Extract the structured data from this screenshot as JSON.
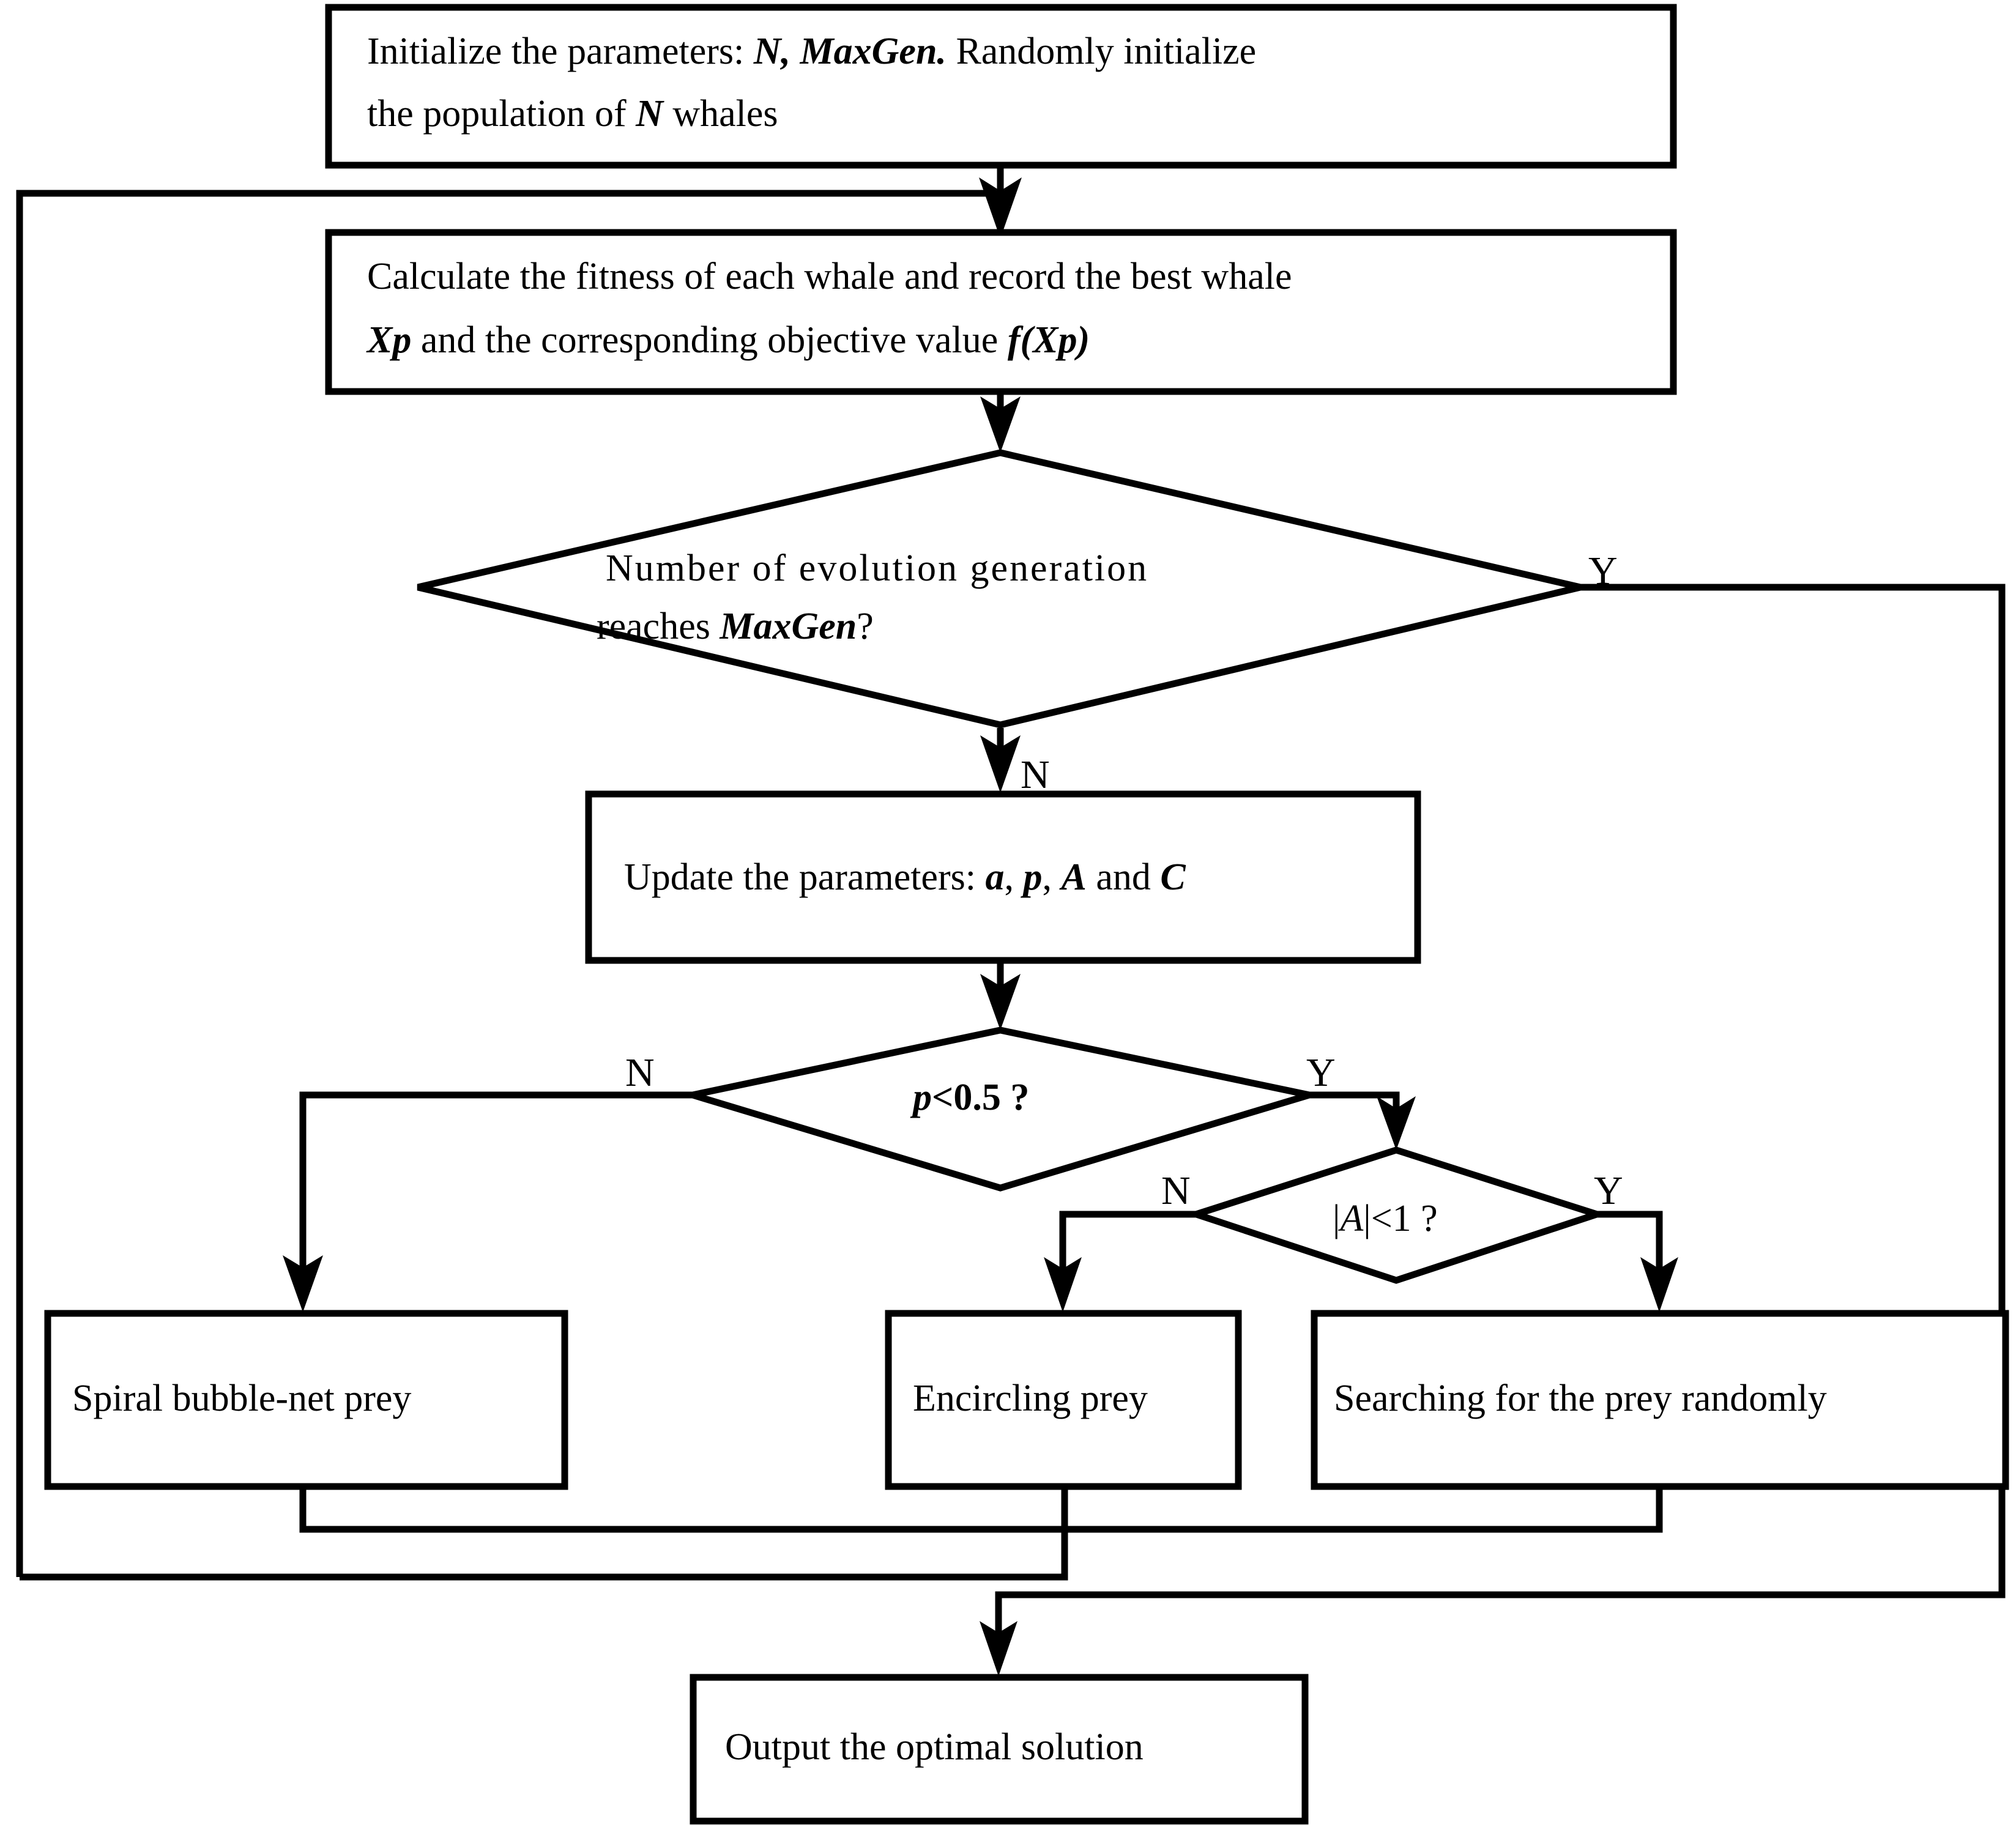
{
  "diagram": {
    "title": "Whale Optimization Algorithm flowchart",
    "type": "flowchart",
    "colors": {
      "stroke": "#000000",
      "fill": "#ffffff",
      "text": "#000000"
    },
    "nodes": {
      "init": {
        "shape": "process",
        "line1_a": "Initialize the parameters: ",
        "line1_b": "N, MaxGen.",
        "line1_c": " Randomly initialize",
        "line2_a": "the population of ",
        "line2_b": "N",
        "line2_c": " whales",
        "plain_text": "Initialize the parameters: N, MaxGen. Randomly initialize the population of N whales"
      },
      "fitness": {
        "shape": "process",
        "line1": "Calculate the fitness of each whale and record the best whale",
        "line2_a": "Xp",
        "line2_b": " and the corresponding objective value ",
        "line2_c": "f(Xp)",
        "plain_text": "Calculate the fitness of each whale and record the best whale Xp and the corresponding objective value f(Xp)"
      },
      "check_maxgen": {
        "shape": "decision",
        "line1": "Number of evolution generation",
        "line2_a": "reaches ",
        "line2_b": "MaxGen",
        "line2_c": "?",
        "plain_text": "Number of evolution generation reaches MaxGen?"
      },
      "update_params": {
        "shape": "process",
        "text_a": "Update the parameters: ",
        "text_b": "a",
        "text_c": ", ",
        "text_d": "p",
        "text_e": ", ",
        "text_f": "A",
        "text_g": " and ",
        "text_h": "C",
        "plain_text": "Update the parameters: a, p, A and C"
      },
      "check_p": {
        "shape": "decision",
        "text_a": "p",
        "text_b": "<0.5 ?",
        "plain_text": "p<0.5 ?"
      },
      "check_a": {
        "shape": "decision",
        "text_a": "|",
        "text_b": "A",
        "text_c": "|<1 ?",
        "plain_text": "|A|<1 ?"
      },
      "spiral": {
        "shape": "process",
        "text": "Spiral bubble-net prey"
      },
      "encircling": {
        "shape": "process",
        "text": "Encircling prey"
      },
      "searching": {
        "shape": "process",
        "text": "Searching for the prey randomly"
      },
      "output": {
        "shape": "process",
        "text": "Output the optimal solution"
      }
    },
    "branch_labels": {
      "maxgen_yes": "Y",
      "maxgen_no": "N",
      "p_no": "N",
      "p_yes": "Y",
      "a_no": "N",
      "a_yes": "Y"
    },
    "edges": [
      {
        "from": "init",
        "to": "fitness",
        "label": ""
      },
      {
        "from": "fitness",
        "to": "check_maxgen",
        "label": ""
      },
      {
        "from": "check_maxgen",
        "to": "output",
        "label": "Y"
      },
      {
        "from": "check_maxgen",
        "to": "update_params",
        "label": "N"
      },
      {
        "from": "update_params",
        "to": "check_p",
        "label": ""
      },
      {
        "from": "check_p",
        "to": "spiral",
        "label": "N"
      },
      {
        "from": "check_p",
        "to": "check_a",
        "label": "Y"
      },
      {
        "from": "check_a",
        "to": "encircling",
        "label": "N"
      },
      {
        "from": "check_a",
        "to": "searching",
        "label": "Y"
      },
      {
        "from": "spiral",
        "to": "fitness",
        "label": ""
      },
      {
        "from": "encircling",
        "to": "fitness",
        "label": ""
      },
      {
        "from": "searching",
        "to": "fitness",
        "label": ""
      }
    ]
  }
}
